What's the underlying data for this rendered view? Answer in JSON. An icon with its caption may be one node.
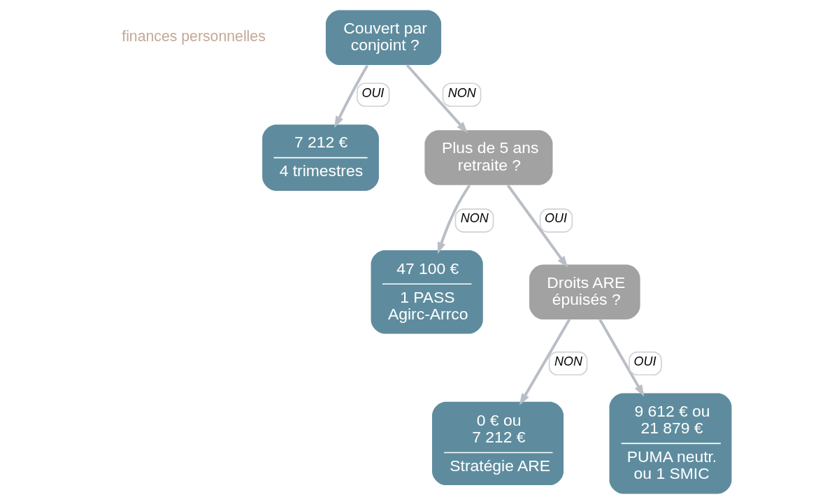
{
  "diagram": {
    "nodes": [
      {
        "text": [
          "Couvert par conjoint ?"
        ]
      },
      {
        "text": [
          "7 212 €",
          "4 trimestres"
        ]
      },
      {
        "text": [
          "Plus de 5 ans retraite ?"
        ]
      },
      {
        "text": [
          "47 100 €",
          "1 PASS Agirc-Arrco"
        ]
      },
      {
        "text": [
          "Droits ARE épuisés ?"
        ]
      },
      {
        "text": [
          "0 € ou 7 212 €",
          "Stratégie ARE"
        ]
      },
      {
        "text": [
          "9 612 € ou 21 879 €",
          "PUMA neutr. ou 1 SMIC"
        ]
      }
    ],
    "edges": [
      {
        "from": 0,
        "to": 1,
        "arrow": "to",
        "label": "OUI"
      },
      {
        "from": 0,
        "to": 2,
        "arrow": "to",
        "label": "NON"
      },
      {
        "from": 2,
        "to": 3,
        "arrow": "to",
        "label": "NON"
      },
      {
        "from": 2,
        "to": 4,
        "arrow": "to",
        "label": "OUI"
      },
      {
        "from": 4,
        "to": 5,
        "arrow": "to",
        "label": "NON"
      },
      {
        "from": 4,
        "to": 6,
        "arrow": "to",
        "label": "OUI"
      }
    ],
    "labels": [
      "finances personnelles"
    ]
  }
}
